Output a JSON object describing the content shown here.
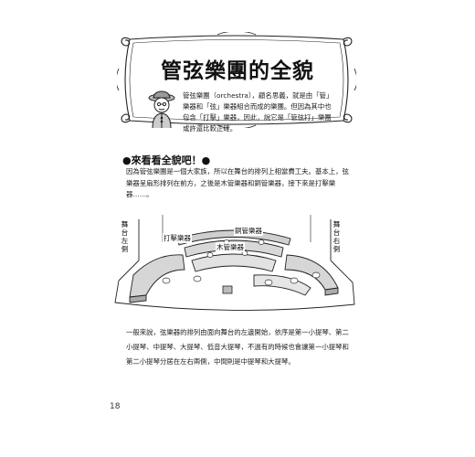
{
  "title": "管弦樂團的全貌",
  "intro": "管弦樂團（orchestra），顧名思義，就是由「管」樂器和「弦」樂器組合而成的樂團。但因為其中也包含「打擊」樂器，因此，說它是「管弦打」樂團或許還比較正確。",
  "section_heading": "●來看看全貌吧！●",
  "paragraph1": "因為管弦樂團是一個大家族，所以在舞台的排列上相當費工夫。基本上，弦樂器呈扇形排列在前方，之後是木管樂器和銅管樂器，接下來是打擊樂器……。",
  "diagram": {
    "stage_left": "舞台左側",
    "stage_right": "舞台右側",
    "percussion": "打擊樂器",
    "brass": "銅管樂器",
    "woodwind": "木管樂器"
  },
  "paragraph2": "一般來說，弦樂器的排列由面向舞台的左邊開始，依序是第一小提琴、第二小提琴、中提琴、大提琴、低音大提琴，不過有的時候也會讓第一小提琴和第二小提琴分居在左右兩側，中間則是中提琴和大提琴。",
  "page_number": "18"
}
